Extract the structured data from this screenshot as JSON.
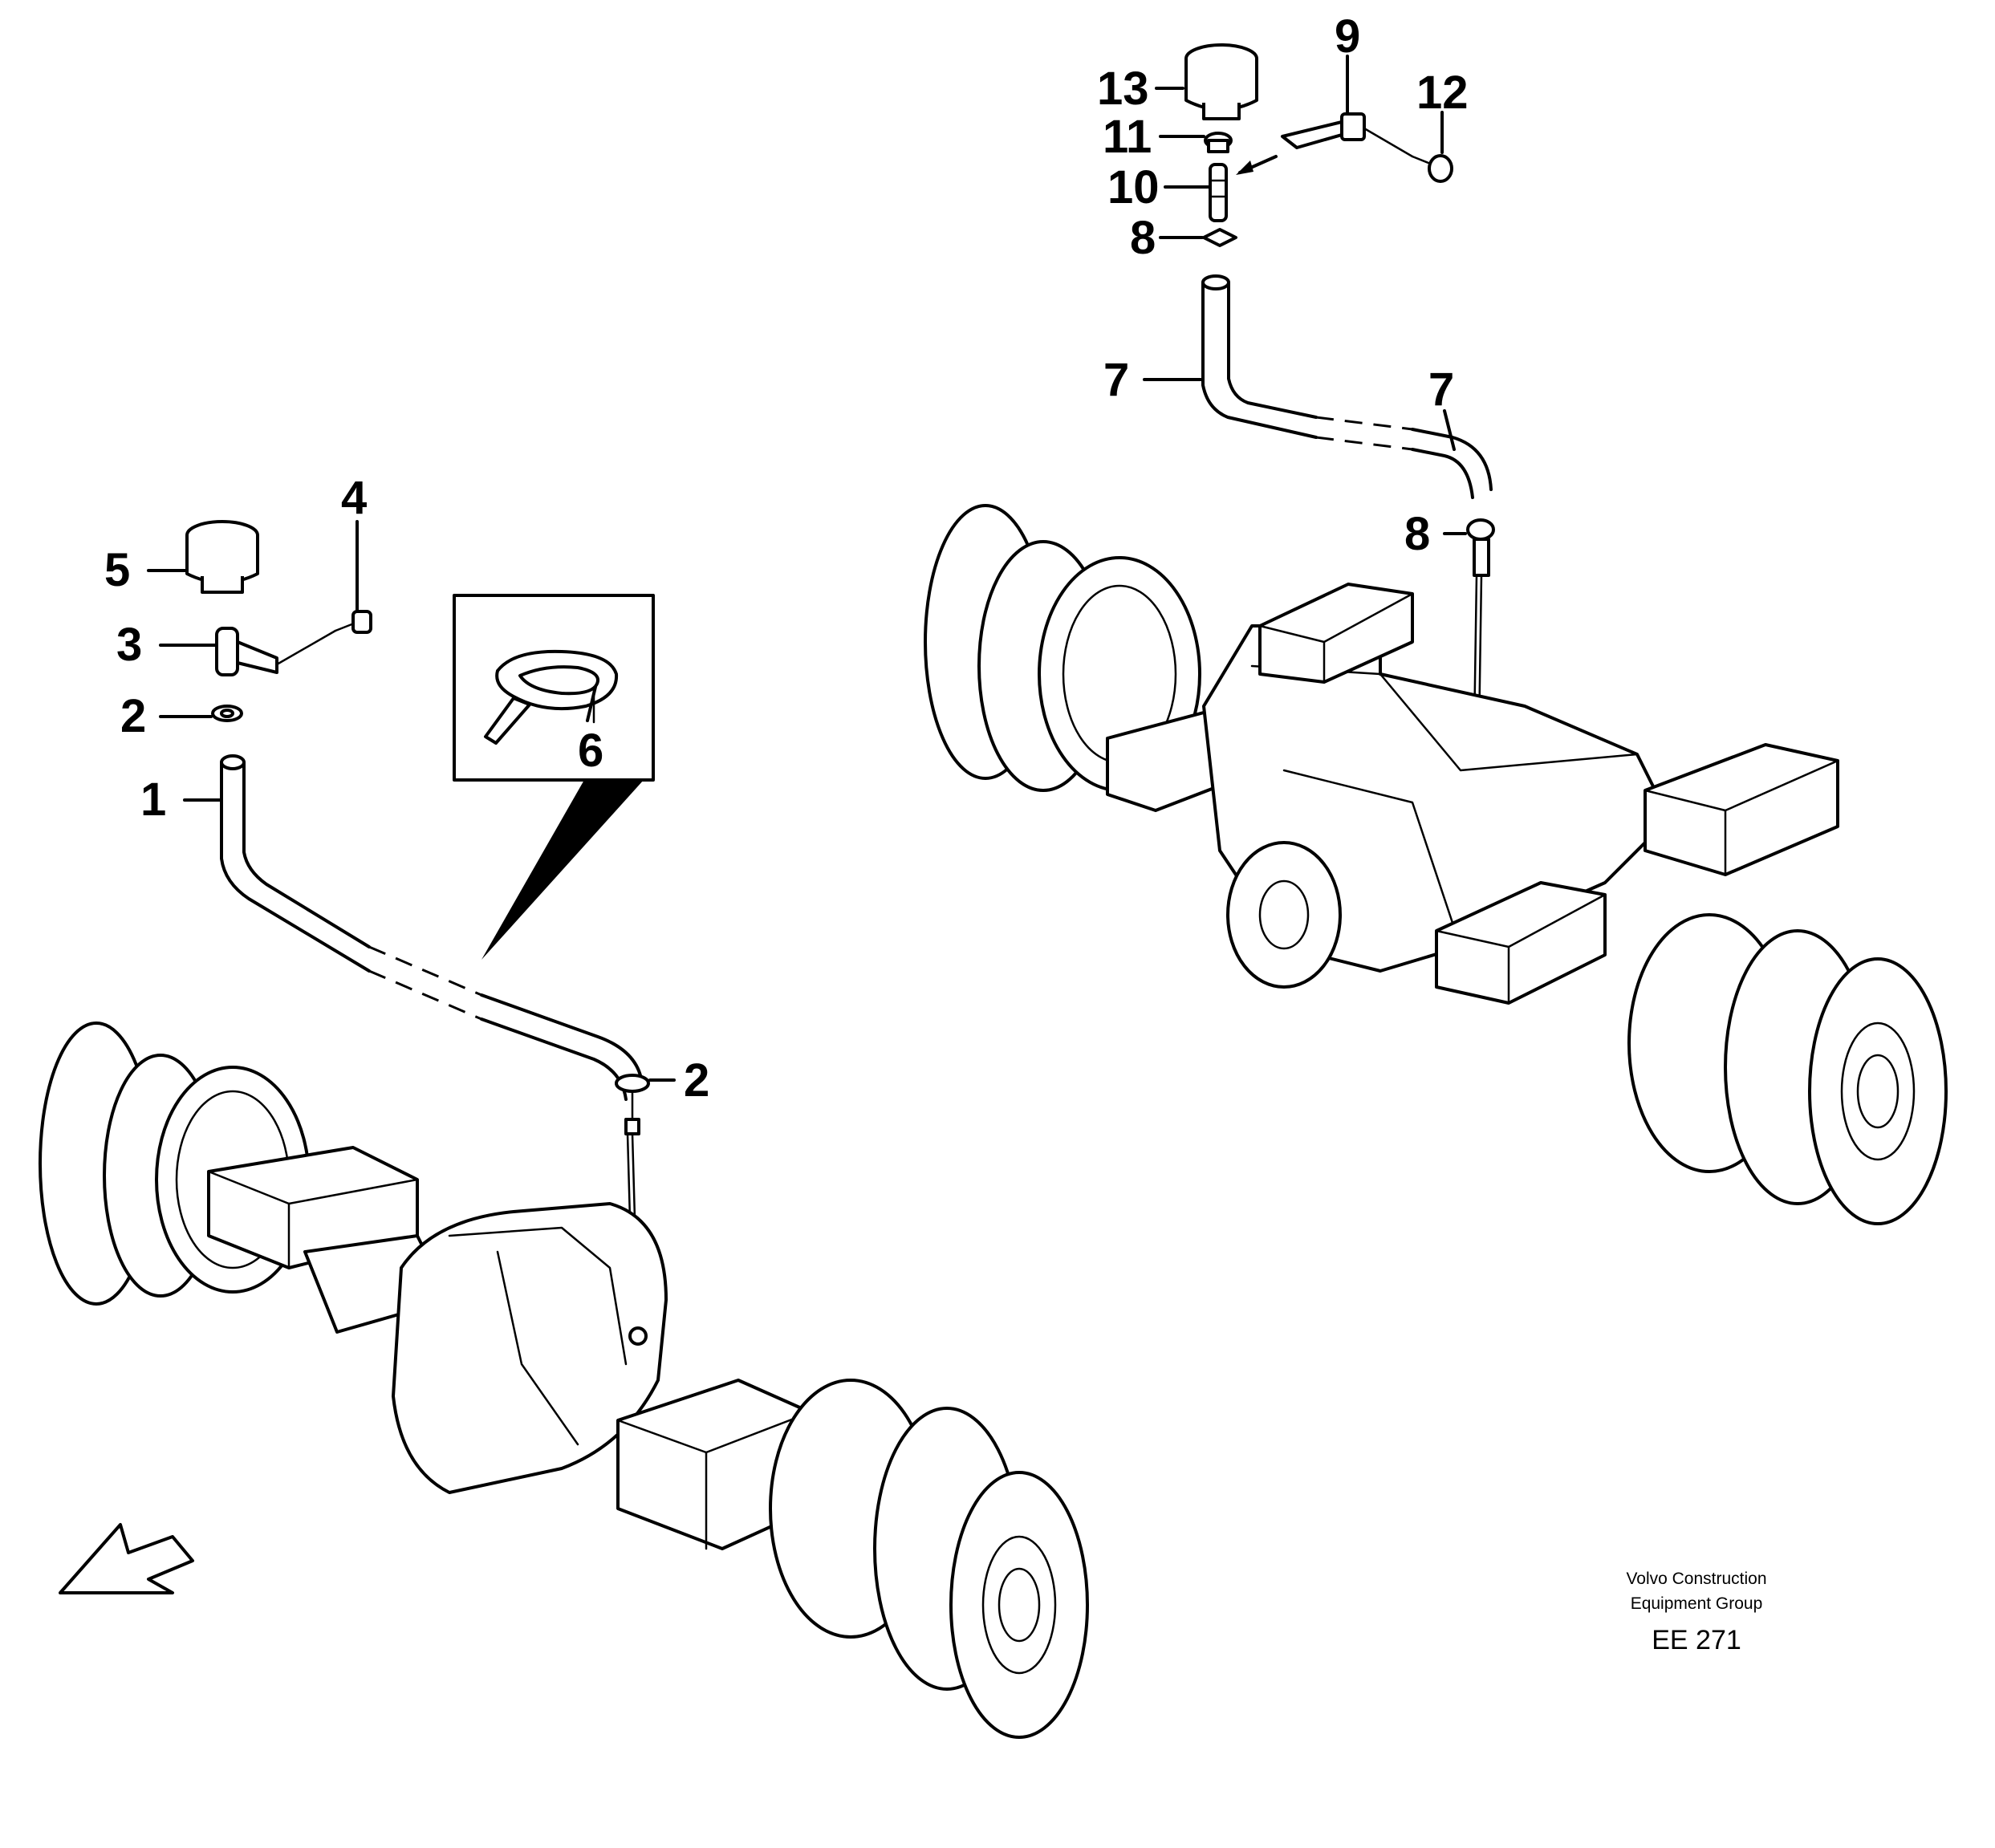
{
  "callouts": {
    "left": {
      "c1": "1",
      "c2a": "2",
      "c2b": "2",
      "c3": "3",
      "c4": "4",
      "c5": "5",
      "c6": "6"
    },
    "right": {
      "c7a": "7",
      "c7b": "7",
      "c8a": "8",
      "c8b": "8",
      "c9": "9",
      "c10": "10",
      "c11": "11",
      "c12": "12",
      "c13": "13"
    }
  },
  "footer": {
    "company_line1": "Volvo Construction",
    "company_line2": "Equipment Group",
    "drawing_code": "EE 271"
  }
}
